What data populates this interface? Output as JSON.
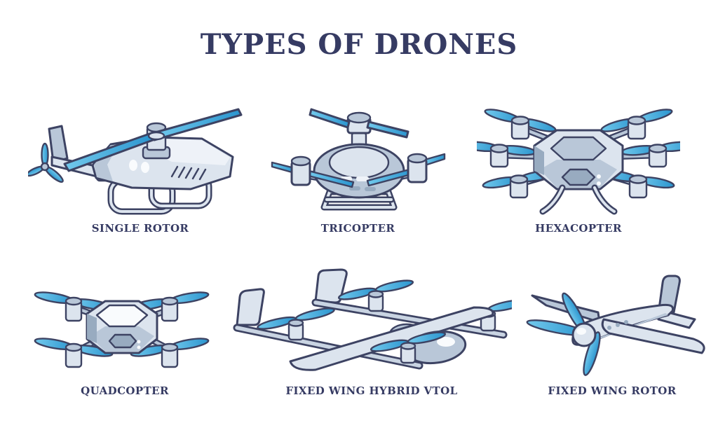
{
  "title": "TYPES OF DRONES",
  "palette": {
    "background": "#ffffff",
    "title_text": "#363b63",
    "label_text": "#363b63",
    "outline": "#3d4363",
    "propeller_blue": "#2b95cf",
    "propeller_blue_light": "#72c9ec",
    "body_light": "#dce4ee",
    "body_mid": "#b9c7d8",
    "body_dark": "#98abc0"
  },
  "drones": [
    {
      "id": "single-rotor",
      "label": "SINGLE ROTOR",
      "icon": "single-rotor-drone-icon"
    },
    {
      "id": "tricopter",
      "label": "TRICOPTER",
      "icon": "tricopter-drone-icon"
    },
    {
      "id": "hexacopter",
      "label": "HEXACOPTER",
      "icon": "hexacopter-drone-icon"
    },
    {
      "id": "quadcopter",
      "label": "QUADCOPTER",
      "icon": "quadcopter-drone-icon"
    },
    {
      "id": "fixed-wing-hybrid-vtol",
      "label": "FIXED WING HYBRID VTOL",
      "icon": "fixed-wing-hybrid-vtol-drone-icon"
    },
    {
      "id": "fixed-wing-rotor",
      "label": "FIXED WING ROTOR",
      "icon": "fixed-wing-rotor-drone-icon"
    }
  ]
}
